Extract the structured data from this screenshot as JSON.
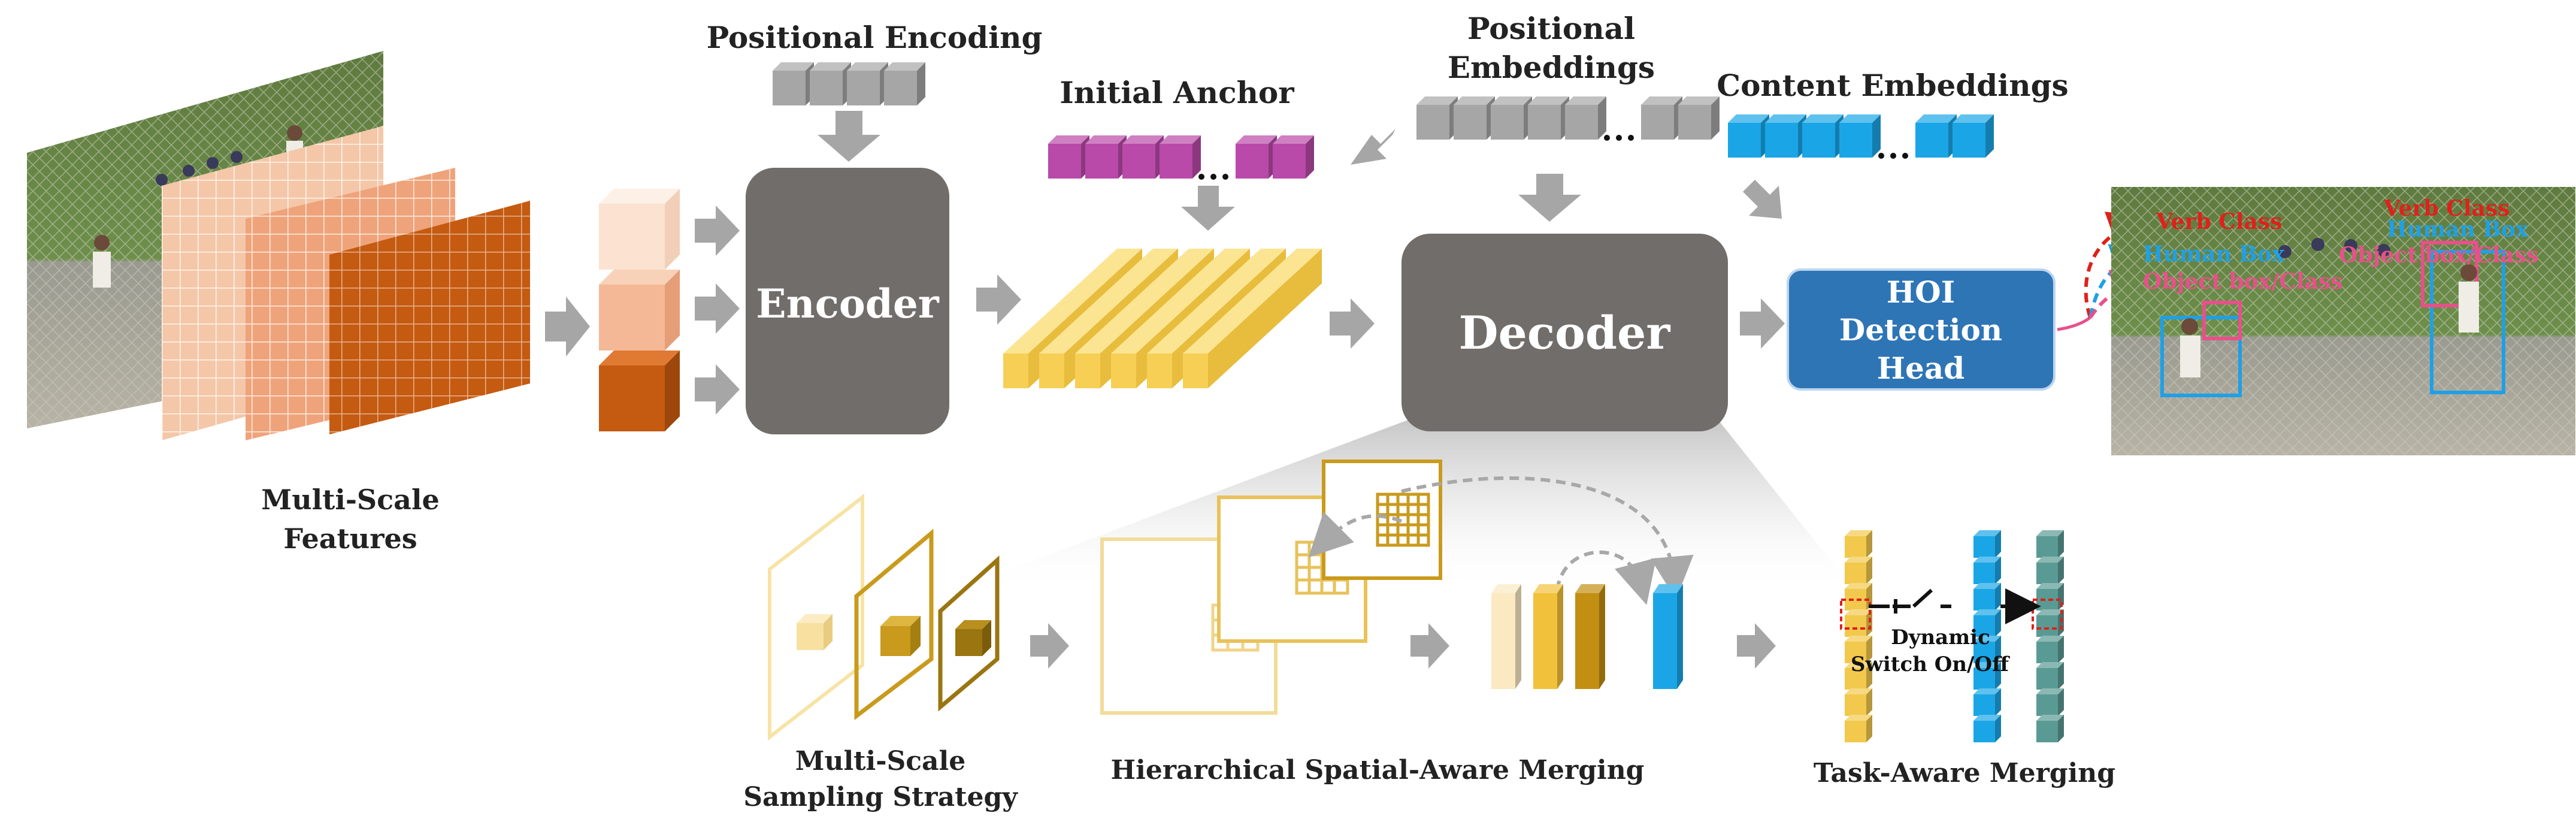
{
  "labels": {
    "positional_encoding": "Positional Encoding",
    "initial_anchor": "Initial Anchor",
    "positional_embeddings_line1": "Positional",
    "positional_embeddings_line2": "Embeddings",
    "content_embeddings": "Content Embeddings",
    "encoder": "Encoder",
    "decoder": "Decoder",
    "hoi_line1": "HOI",
    "hoi_line2": "Detection",
    "hoi_line3": "Head",
    "multiscale_features_line1": "Multi-Scale",
    "multiscale_features_line2": "Features",
    "sampling_line1": "Multi-Scale",
    "sampling_line2": "Sampling Strategy",
    "hierarchical_merging": "Hierarchical Spatial-Aware Merging",
    "task_aware_merging": "Task-Aware Merging",
    "dynamic_line1": "Dynamic",
    "dynamic_line2": "Switch On/Off"
  },
  "output_annotations": {
    "verb_class_left": "Verb Class",
    "human_box_left": "Human Box",
    "object_box_left": "Object box/Class",
    "verb_class_right": "Verb Class",
    "human_box_right": "Human Box",
    "object_box_right": "Object box/Class"
  },
  "colors": {
    "encoder_decoder_box": "#716d6b",
    "hoi_head_box": "#2e75b6",
    "anchor_magenta": "#b94aa9",
    "embedding_gray": "#a6a6a6",
    "content_blue": "#1aa6e6",
    "feature_light": "#f4c7a8",
    "feature_dark": "#c55a11",
    "gold": "#c8a020",
    "teal": "#5a9a94",
    "verb_text": "#e0201b",
    "human_text": "#1fa0e6",
    "object_text": "#e8508a",
    "arrow_gray": "#a0a0a0"
  }
}
